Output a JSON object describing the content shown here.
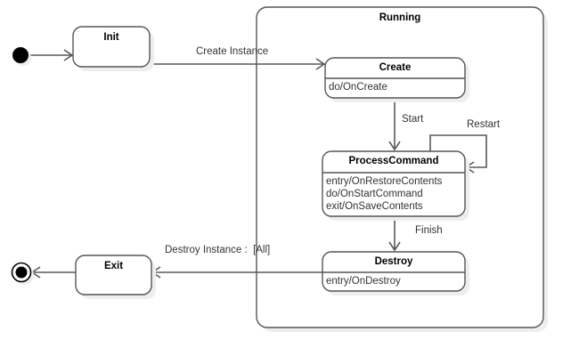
{
  "diagram": {
    "type": "uml-state-machine",
    "background_color": "#ffffff",
    "line_color": "#595959",
    "border_color": "#555555",
    "shadow_color": "#eeeeee",
    "text_color": "#333333",
    "composite": {
      "name": "Running",
      "label": "Running"
    },
    "states": [
      {
        "id": "init",
        "title": "Init",
        "body": []
      },
      {
        "id": "create",
        "title": "Create",
        "body": [
          "do/OnCreate"
        ]
      },
      {
        "id": "process-command",
        "title": "ProcessCommand",
        "body": [
          "entry/OnRestoreContents",
          "do/OnStartCommand",
          "exit/OnSaveContents"
        ]
      },
      {
        "id": "destroy",
        "title": "Destroy",
        "body": [
          "entry/OnDestroy"
        ]
      },
      {
        "id": "exit",
        "title": "Exit",
        "body": []
      }
    ],
    "transitions": [
      {
        "id": "start-to-init",
        "label": ""
      },
      {
        "id": "init-to-create",
        "label": "Create Instance"
      },
      {
        "id": "create-to-process",
        "label": "Start"
      },
      {
        "id": "process-self-loop",
        "label": "Restart"
      },
      {
        "id": "process-to-destroy",
        "label": "Finish"
      },
      {
        "id": "destroy-to-exit",
        "label": "Destroy Instance :  [All]"
      },
      {
        "id": "exit-to-final",
        "label": ""
      }
    ],
    "pseudostates": [
      {
        "id": "initial-state",
        "kind": "initial"
      },
      {
        "id": "final-state",
        "kind": "final"
      }
    ]
  },
  "labels": {
    "init_title": "Init",
    "create_title": "Create",
    "create_body_1": "do/OnCreate",
    "process_title": "ProcessCommand",
    "process_body_1": "entry/OnRestoreContents",
    "process_body_2": "do/OnStartCommand",
    "process_body_3": "exit/OnSaveContents",
    "destroy_title": "Destroy",
    "destroy_body_1": "entry/OnDestroy",
    "exit_title": "Exit",
    "running_title": "Running",
    "t_create_instance": "Create Instance",
    "t_start": "Start",
    "t_restart": "Restart",
    "t_finish": "Finish",
    "t_destroy_instance": "Destroy Instance :  [All]"
  }
}
